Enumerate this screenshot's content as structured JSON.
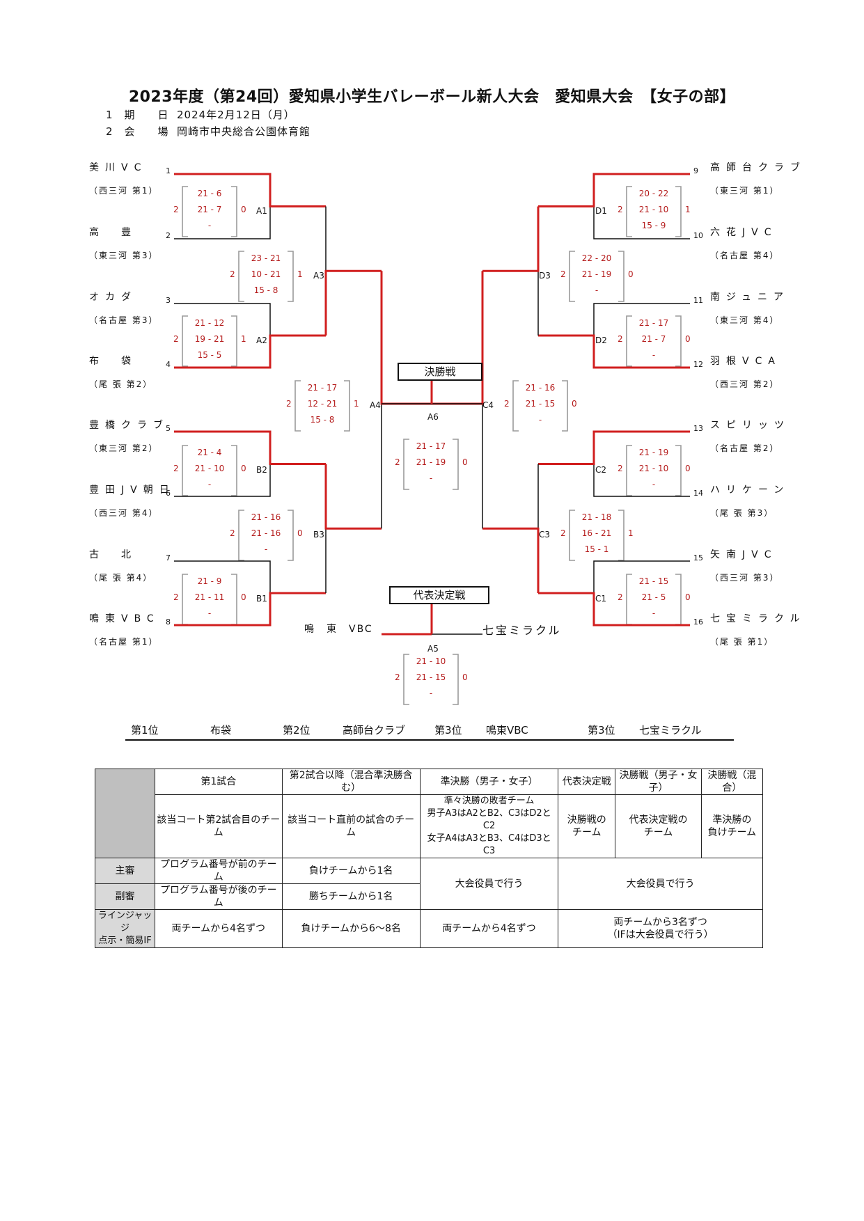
{
  "title": "2023年度（第24回）愛知県小学生バレーボール新人大会　愛知県大会　【女子の部】",
  "meta": {
    "date_label": "1　期　　日",
    "date_value": "2024年2月12日（月）",
    "venue_label": "2　会　　場",
    "venue_value": "岡崎市中央総合公園体育館"
  },
  "colors": {
    "bracket_win": "#d11f1f",
    "bracket_base": "#111111",
    "score": "#b51c1c"
  },
  "left_teams": [
    {
      "seed": "1",
      "name": "美川VC",
      "district": "（西三河 第1）"
    },
    {
      "seed": "2",
      "name": "高　豊",
      "district": "（東三河 第3）"
    },
    {
      "seed": "3",
      "name": "オカダ",
      "district": "（名古屋 第3）"
    },
    {
      "seed": "4",
      "name": "布　袋",
      "district": "（尾 張 第2）"
    },
    {
      "seed": "5",
      "name": "豊橋クラブ",
      "district": "（東三河 第2）"
    },
    {
      "seed": "6",
      "name": "豊田JV朝日",
      "district": "（西三河 第4）"
    },
    {
      "seed": "7",
      "name": "古　北",
      "district": "（尾 張 第4）"
    },
    {
      "seed": "8",
      "name": "鳴東VBC",
      "district": "（名古屋 第1）"
    }
  ],
  "right_teams": [
    {
      "seed": "9",
      "name": "高師台クラブ",
      "district": "（東三河 第1）"
    },
    {
      "seed": "10",
      "name": "六花JVC",
      "district": "（名古屋 第4）"
    },
    {
      "seed": "11",
      "name": "南ジュニア",
      "district": "（東三河 第4）"
    },
    {
      "seed": "12",
      "name": "羽根VCA",
      "district": "（西三河 第2）"
    },
    {
      "seed": "13",
      "name": "スピリッツ",
      "district": "（名古屋 第2）"
    },
    {
      "seed": "14",
      "name": "ハリケーン",
      "district": "（尾 張 第3）"
    },
    {
      "seed": "15",
      "name": "矢南JVC",
      "district": "（西三河 第3）"
    },
    {
      "seed": "16",
      "name": "七宝ミラクル",
      "district": "（尾 張 第1）"
    }
  ],
  "matches": {
    "A1": {
      "label": "A1",
      "set_left": "2",
      "set_right": "0",
      "scores": [
        "21 - 6",
        "21 - 7",
        "-"
      ]
    },
    "A2": {
      "label": "A2",
      "set_left": "2",
      "set_right": "1",
      "scores": [
        "21 - 12",
        "19 - 21",
        "15 - 5"
      ]
    },
    "B2": {
      "label": "B2",
      "set_left": "2",
      "set_right": "0",
      "scores": [
        "21 - 4",
        "21 - 10",
        "-"
      ]
    },
    "B1": {
      "label": "B1",
      "set_left": "2",
      "set_right": "0",
      "scores": [
        "21 - 9",
        "21 - 11",
        "-"
      ]
    },
    "A3": {
      "label": "A3",
      "set_left": "2",
      "set_right": "1",
      "scores": [
        "23 - 21",
        "10 - 21",
        "15 - 8"
      ]
    },
    "B3": {
      "label": "B3",
      "set_left": "2",
      "set_right": "0",
      "scores": [
        "21 - 16",
        "21 - 16",
        "-"
      ]
    },
    "A4": {
      "label": "A4",
      "set_left": "2",
      "set_right": "1",
      "scores": [
        "21 - 17",
        "12 - 21",
        "15 - 8"
      ]
    },
    "D1": {
      "label": "D1",
      "set_left": "2",
      "set_right": "1",
      "scores": [
        "20 - 22",
        "21 - 10",
        "15 - 9"
      ]
    },
    "D2": {
      "label": "D2",
      "set_left": "2",
      "set_right": "0",
      "scores": [
        "21 - 17",
        "21 - 7",
        "-"
      ]
    },
    "C2": {
      "label": "C2",
      "set_left": "2",
      "set_right": "0",
      "scores": [
        "21 - 19",
        "21 - 10",
        "-"
      ]
    },
    "C1": {
      "label": "C1",
      "set_left": "2",
      "set_right": "0",
      "scores": [
        "21 - 15",
        "21 - 5",
        "-"
      ]
    },
    "D3": {
      "label": "D3",
      "set_left": "2",
      "set_right": "0",
      "scores": [
        "22 - 20",
        "21 - 19",
        "-"
      ]
    },
    "C3": {
      "label": "C3",
      "set_left": "2",
      "set_right": "1",
      "scores": [
        "21 - 18",
        "16 - 21",
        "15 - 1"
      ]
    },
    "C4": {
      "label": "C4",
      "set_left": "2",
      "set_right": "0",
      "scores": [
        "21 - 16",
        "21 - 15",
        "-"
      ]
    },
    "A6": {
      "label": "A6",
      "set_left": "2",
      "set_right": "0",
      "scores": [
        "21 - 17",
        "21 - 19",
        "-"
      ]
    },
    "A5": {
      "label": "A5",
      "set_left": "2",
      "set_right": "0",
      "scores": [
        "21 - 10",
        "21 - 15",
        "-"
      ]
    }
  },
  "final_label": "決勝戦",
  "rep_label": "代表決定戦",
  "rep_left_team": "鳴　東　VBC",
  "rep_right_team": "七宝ミラクル",
  "results": [
    {
      "place": "第1位",
      "team": "布袋"
    },
    {
      "place": "第2位",
      "team": "高師台クラブ"
    },
    {
      "place": "第3位",
      "team": "鳴東VBC"
    },
    {
      "place": "第3位",
      "team": "七宝ミラクル"
    }
  ],
  "duty_table": {
    "headers": [
      "第1試合",
      "第2試合以降（混合準決勝含む）",
      "準決勝（男子・女子）",
      "代表決定戦",
      "決勝戦（男子・女子）",
      "決勝戦（混合）"
    ],
    "row1": [
      "該当コート第2試合目のチーム",
      "該当コート直前の試合のチーム",
      "準々決勝の敗者チーム",
      "男子A3はA2とB2、C3はD2とC2",
      "女子A4はA3とB3、C4はD3とC3",
      "決勝戦の",
      "チーム",
      "代表決定戦の",
      "チーム",
      "準決勝の",
      "負けチーム"
    ],
    "shushin_label": "主審",
    "fukushin_label": "副審",
    "shushin": [
      "プログラム番号が前のチーム",
      "負けチームから1名"
    ],
    "fukushin": [
      "プログラム番号が後のチーム",
      "勝ちチームから1名"
    ],
    "ref_semis": "大会役員で行う",
    "ref_finals": "大会役員で行う",
    "line_label_1": "ラインジャッジ",
    "line_label_2": "点示・簡易IF",
    "line": [
      "両チームから4名ずつ",
      "負けチームから6〜8名",
      "両チームから4名ずつ",
      "両チームから3名ずつ",
      "（IFは大会役員で行う）"
    ]
  }
}
